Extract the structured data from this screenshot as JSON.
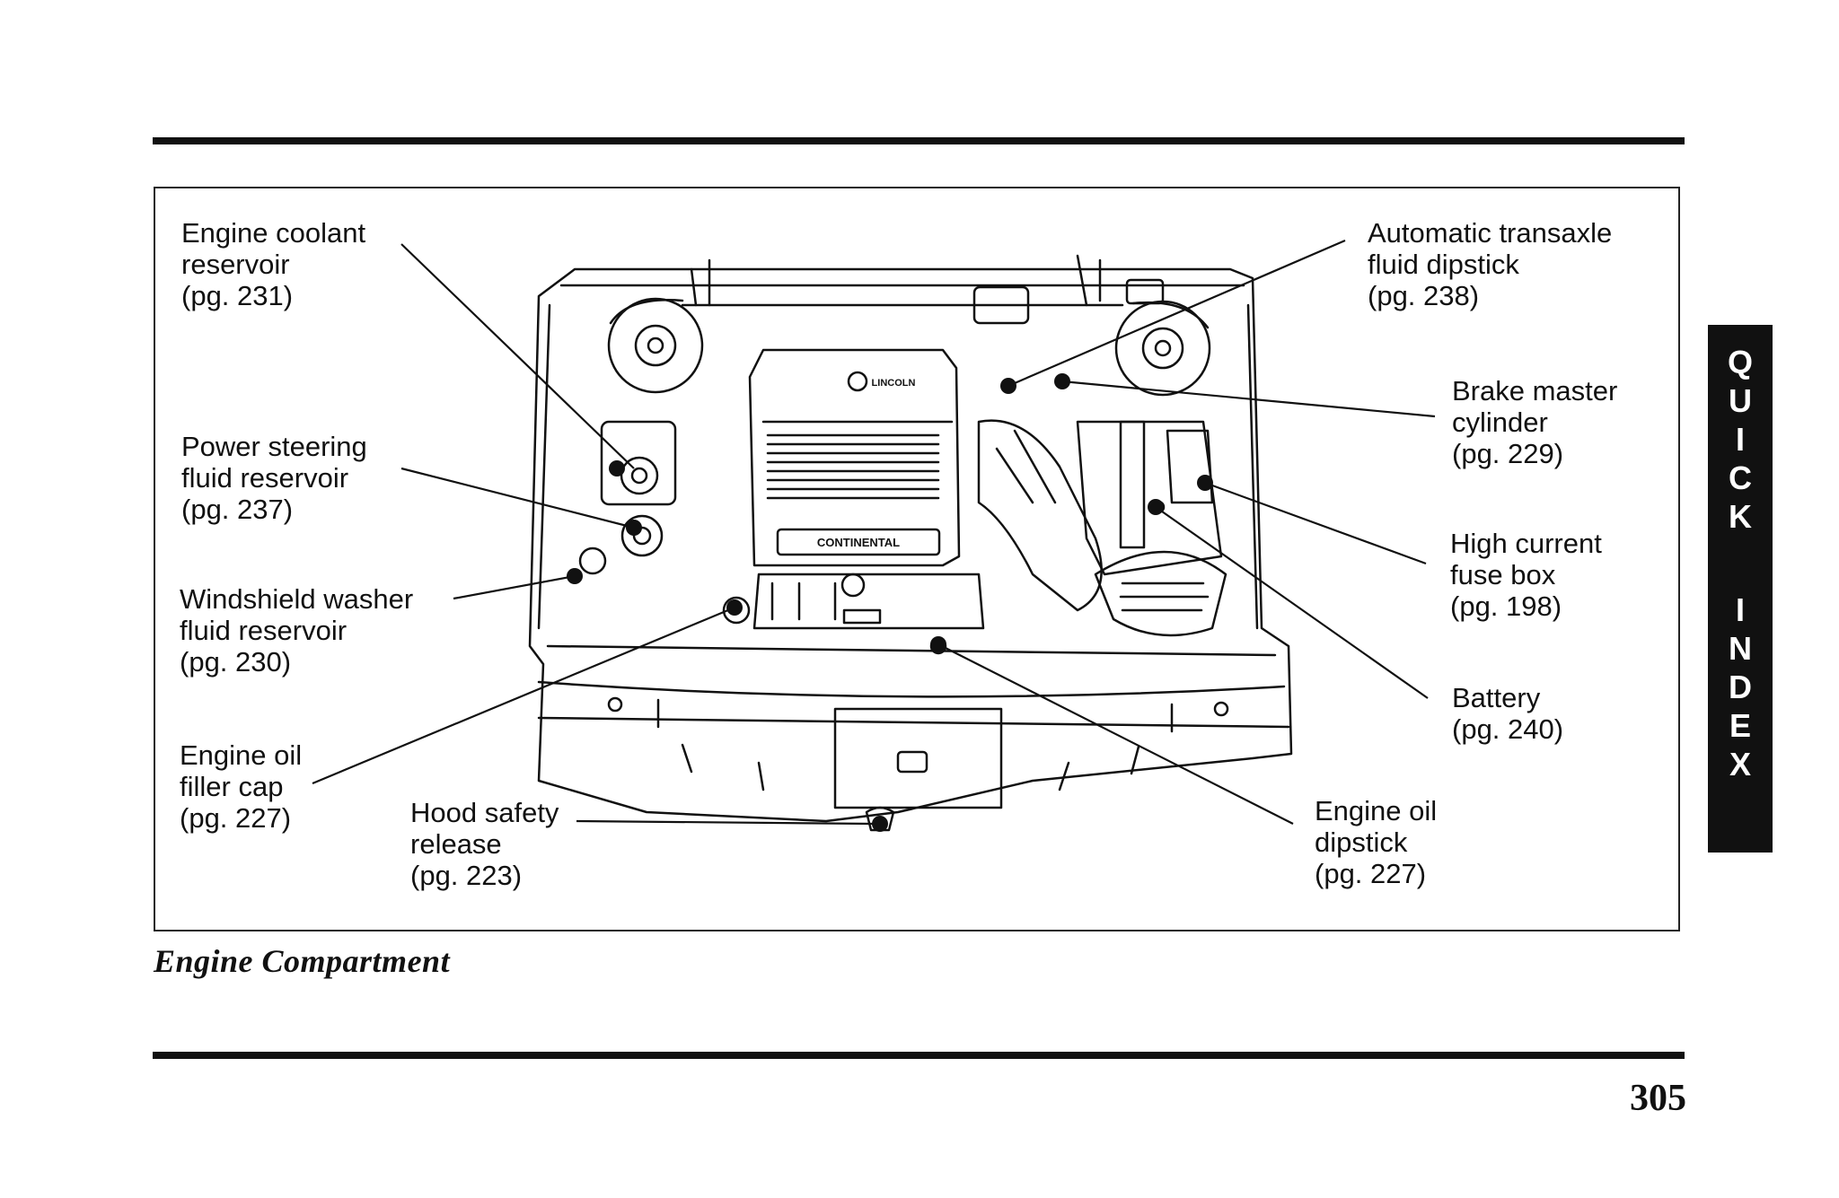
{
  "caption": "Engine Compartment",
  "page_number": "305",
  "side_tab": [
    "Q",
    "U",
    "I",
    "C",
    "K",
    "",
    "I",
    "N",
    "D",
    "E",
    "X"
  ],
  "labels": {
    "engine_coolant": [
      "Engine coolant",
      "reservoir",
      "(pg. 231)"
    ],
    "power_steering": [
      "Power steering",
      "fluid reservoir",
      "(pg. 237)"
    ],
    "washer": [
      "Windshield washer",
      "fluid reservoir",
      "(pg. 230)"
    ],
    "oil_cap": [
      "Engine oil",
      "filler cap",
      "(pg. 227)"
    ],
    "hood_release": [
      "Hood safety",
      "release",
      "(pg. 223)"
    ],
    "transaxle": [
      "Automatic transaxle",
      "fluid dipstick",
      "(pg. 238)"
    ],
    "brake": [
      "Brake master",
      "cylinder",
      "(pg. 229)"
    ],
    "fuse_box": [
      "High current",
      "fuse box",
      "(pg. 198)"
    ],
    "battery": [
      "Battery",
      "(pg. 240)"
    ],
    "oil_dipstick": [
      "Engine oil",
      "dipstick",
      "(pg. 227)"
    ]
  },
  "engine_badges": {
    "brand": "LINCOLN",
    "model": "CONTINENTAL"
  }
}
